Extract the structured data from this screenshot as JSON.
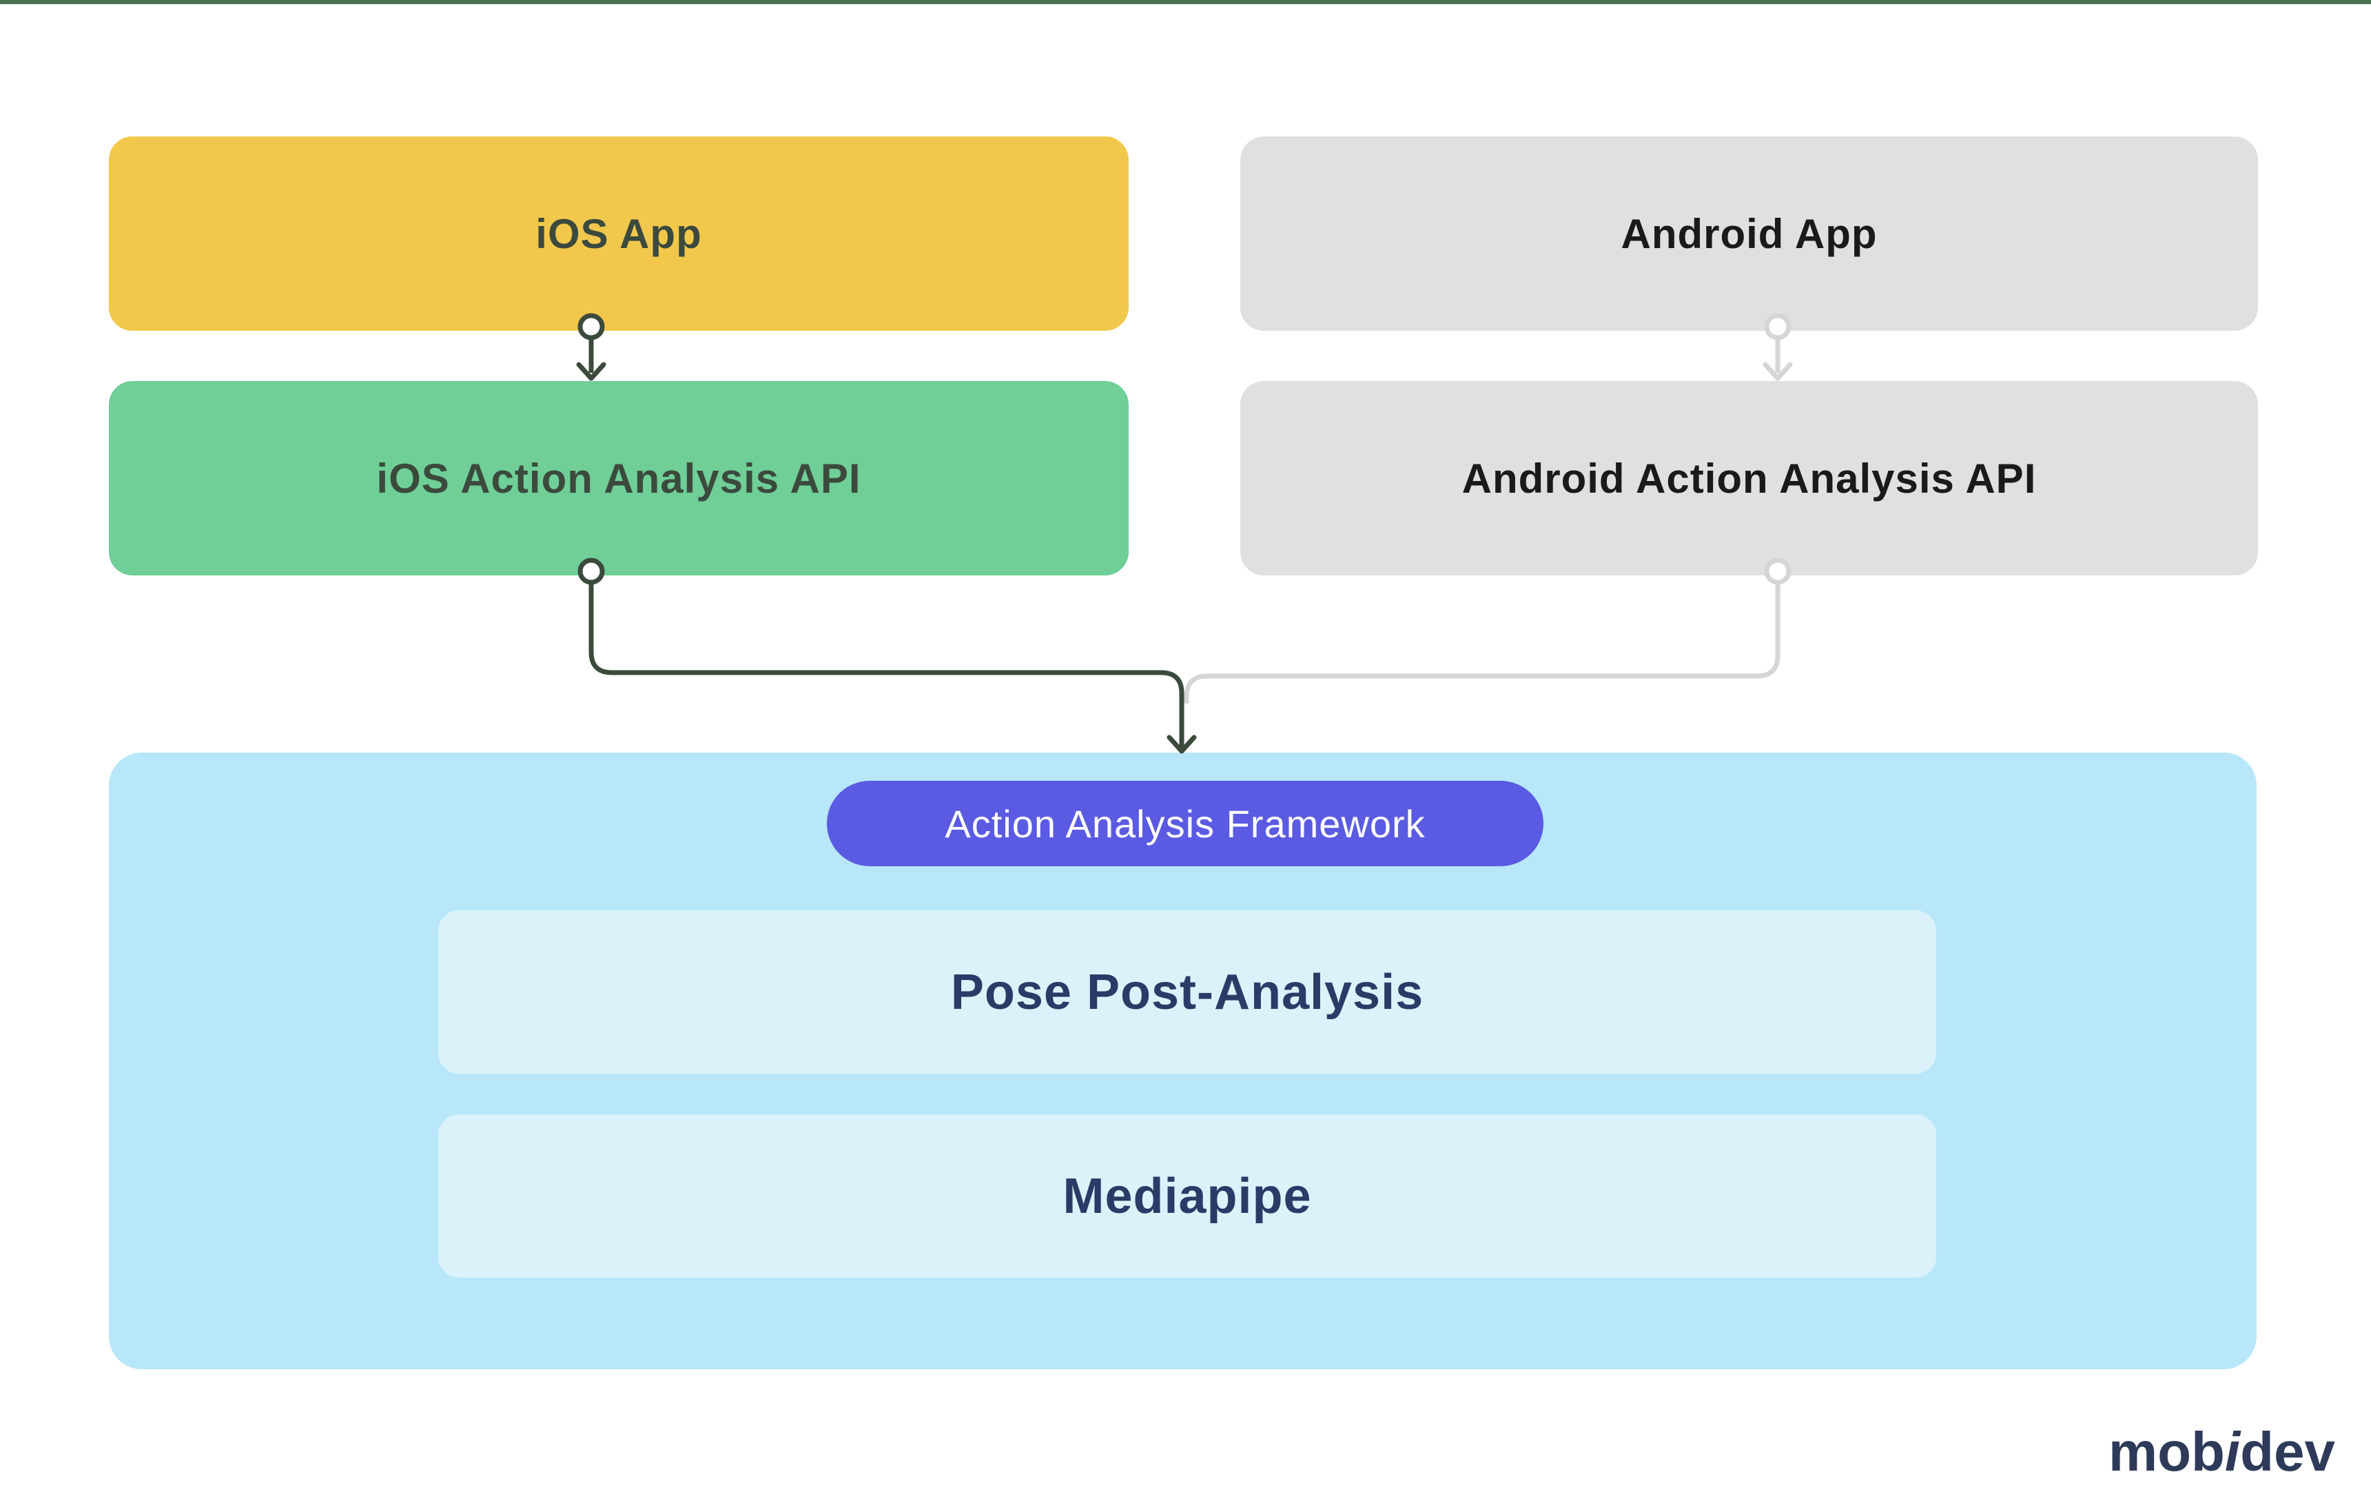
{
  "page": {
    "background": "#FFFFFF",
    "top_bar_color": "#4C7254"
  },
  "nodes": {
    "ios_app": {
      "label": "iOS App",
      "bg": "#F2C84C",
      "text_color": "#3C4A3E"
    },
    "android_app": {
      "label": "Android App",
      "bg": "#E0E0E0",
      "text_color": "#1A1A1A"
    },
    "ios_api": {
      "label": "iOS Action Analysis API",
      "bg": "#6FCF97",
      "text_color": "#3C4A3E"
    },
    "android_api": {
      "label": "Android Action Analysis API",
      "bg": "#E0E0E0",
      "text_color": "#1A1A1A"
    }
  },
  "framework": {
    "container_bg": "#B8E7F9",
    "pill": {
      "label": "Action Analysis Framework",
      "bg": "#5A5BE2",
      "text_color": "#FFFFFF"
    },
    "layers": [
      {
        "label": "Pose Post-Analysis",
        "bg": "#DBF2FB",
        "text_color": "#2C3A67"
      },
      {
        "label": "Mediapipe",
        "bg": "#DBF2FB",
        "text_color": "#2C3A67"
      }
    ]
  },
  "connectors": {
    "ios_stroke": "#3C4A3C",
    "android_stroke": "#D5D5D5",
    "endpoint_fill": "#FFFFFF"
  },
  "brand": {
    "prefix": "mob",
    "i": "i",
    "suffix": "dev",
    "color": "#2E3A59"
  }
}
